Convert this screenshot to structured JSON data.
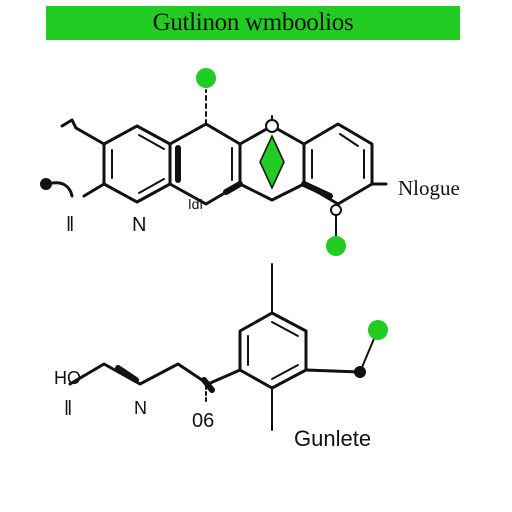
{
  "title": {
    "text": "Gutlinon wmboolios"
  },
  "colors": {
    "accent": "#22cc22",
    "ink": "#111111",
    "background": "#ffffff"
  },
  "labels": {
    "top_right": "Nlogue",
    "top_n": "N",
    "top_small": "ǀdǀ",
    "top_left_mark": "ǁ",
    "bottom_ho": "HO",
    "bottom_n": "N",
    "bottom_left_mark": "ǁ",
    "bottom_num": "06",
    "bottom_right": "Gunlete"
  }
}
